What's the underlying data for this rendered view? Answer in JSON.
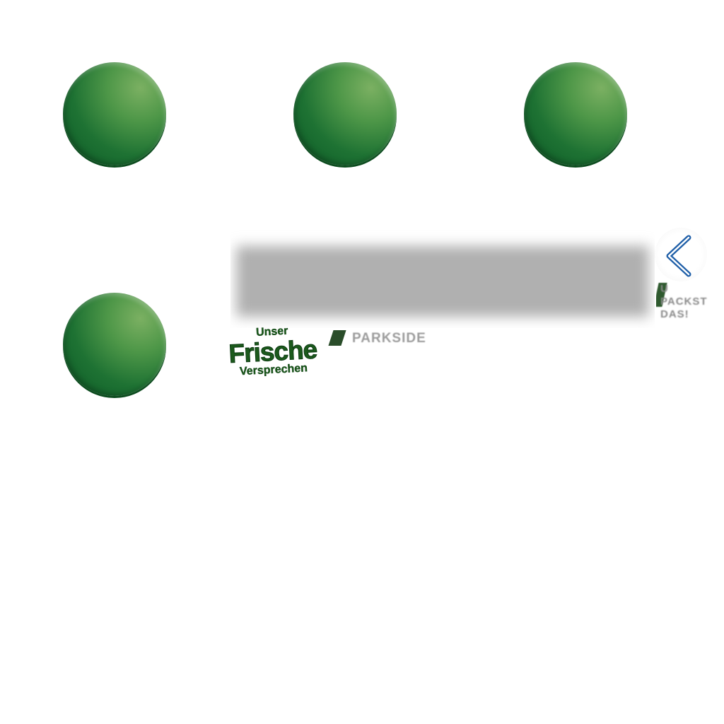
{
  "categories": [
    {
      "name": "category-button-1"
    },
    {
      "name": "category-button-2"
    },
    {
      "name": "category-button-3"
    },
    {
      "name": "category-button-4"
    }
  ],
  "colors": {
    "circle_green": "#1e7233",
    "circle_highlight": "#7bb062",
    "arrow_blue": "#1f5fa8",
    "banner_grey": "#b0b0b0",
    "logo_green": "#1c5a1c"
  },
  "carousel": {
    "prev_icon": "chevron-left-icon"
  },
  "promo_right": {
    "line1": "U",
    "line2": "PACKST",
    "line3": "DAS!"
  },
  "logos": {
    "frische": {
      "top": "Unser",
      "main": "Frische",
      "bottom": "Versprechen"
    },
    "parkside": {
      "name": "PARKSIDE"
    }
  }
}
